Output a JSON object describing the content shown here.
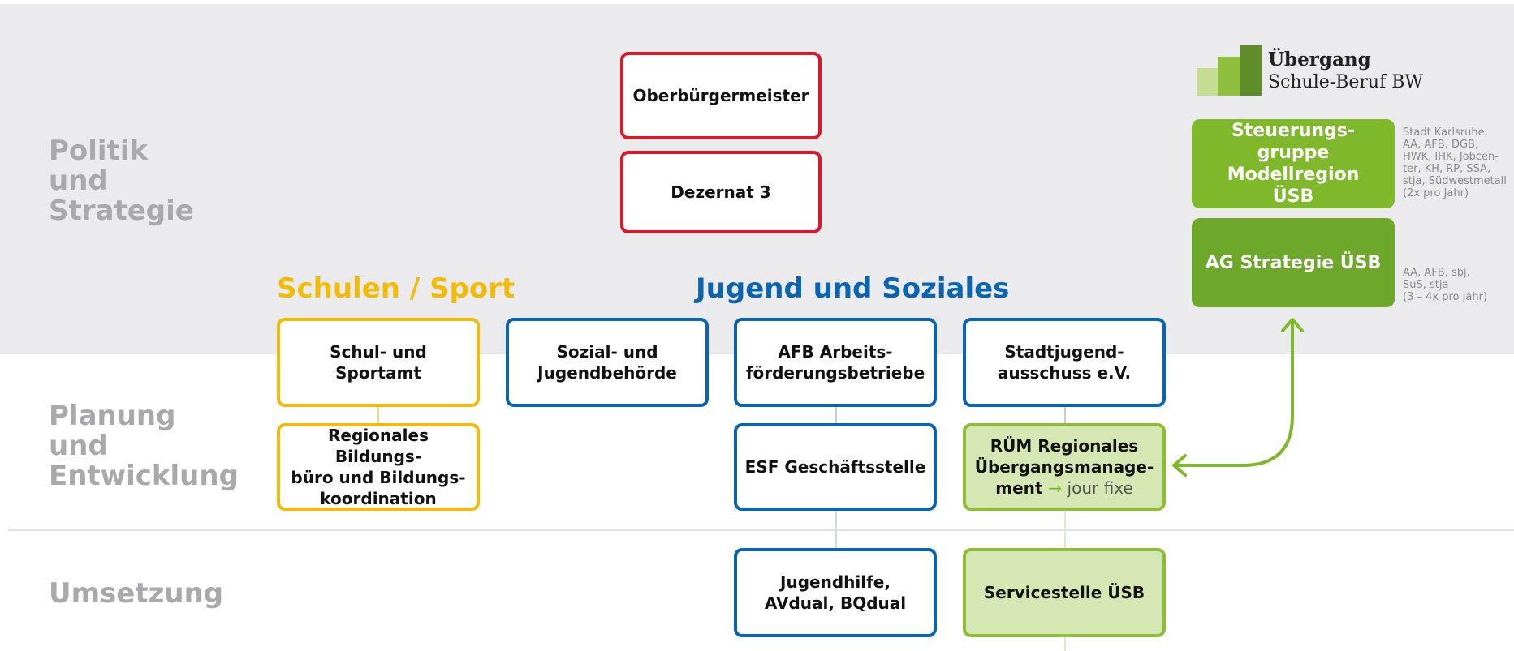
{
  "rows": {
    "politik": "Politik\nund\nStrategie",
    "planung": "Planung\nund\nEntwicklung",
    "umsetzung": "Umsetzung"
  },
  "headings": {
    "schulen": "Schulen / Sport",
    "jugend": "Jugend und Soziales"
  },
  "boxes": {
    "oberbuergermeister": "Oberbürgermeister",
    "dezernat": "Dezernat 3",
    "schulamt": "Schul- und\nSportamt",
    "bildungsbuero": "Regionales Bildungs-\nbüro und Bildungs-\nkoordination",
    "sozial": "Sozial- und\nJugendbehörde",
    "afb": "AFB Arbeits-\nförderungsbetriebe",
    "esf": "ESF Geschäftsstelle",
    "jugendhilfe": "Jugendhilfe,\nAVdual, BQdual",
    "stadtjugend": "Stadtjugend-\nausschuss e.V.",
    "ruem_main": "RÜM Regionales\nÜbergangsmanage-\nment",
    "ruem_jourfixe": "jour fixe",
    "servicestelle": "Servicestelle ÜSB",
    "steuerung": "Steuerungs-\ngruppe Modellregion\nÜSB",
    "ag_strategie": "AG Strategie ÜSB"
  },
  "notes": {
    "steuerung": "Stadt Karlsruhe,\nAA, AFB, DGB,\nHWK, IHK, Jobcen-\nter, KH, RP, SSA,\nstja, Südwestmetall\n(2x pro Jahr)",
    "ag_strategie": "AA, AFB, sbj,\nSuS, stja\n(3 – 4x pro Jahr)"
  },
  "logo": {
    "title": "Übergang",
    "subtitle": "Schule-Beruf BW"
  },
  "colors": {
    "red": "#d9182a",
    "yellow": "#f2bb07",
    "blue": "#0a65b1",
    "green": "#7fb82a",
    "light_green": "#d5e7b3",
    "gray_band": "#ebebed",
    "label_gray": "#a9a9ac"
  }
}
